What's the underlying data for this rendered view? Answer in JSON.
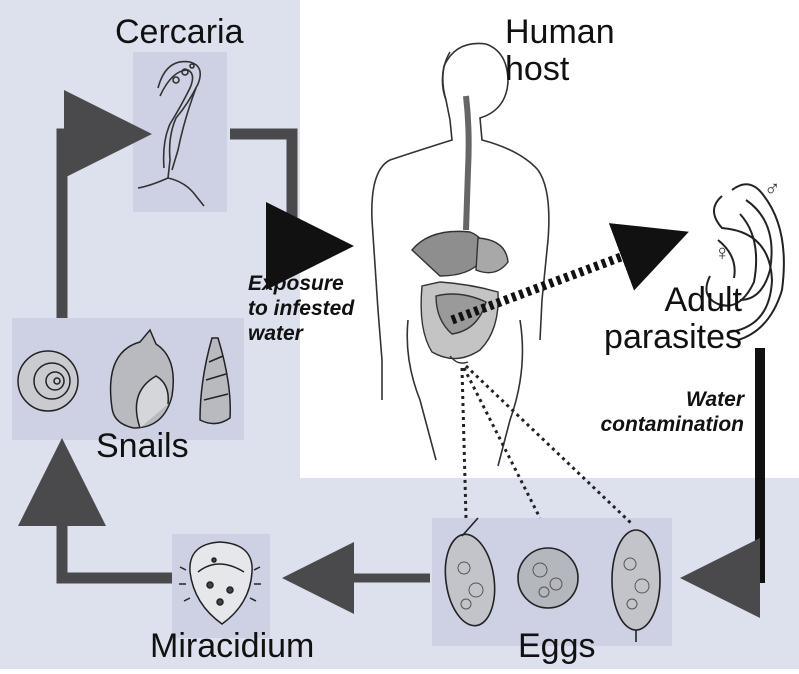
{
  "labels": {
    "cercaria": "Cercaria",
    "human_host": "Human\nhost",
    "exposure": "Exposure\nto infested\nwater",
    "adult_parasites": "Adult\nparasites",
    "water_contamination": "Water\ncontamination",
    "snails": "Snails",
    "miracidium": "Miracidium",
    "eggs": "Eggs",
    "male_symbol": "♂",
    "female_symbol": "♀"
  },
  "colors": {
    "panel": "#dde1ee",
    "box": "#cdd1e3",
    "arrow": "#4a4a4c",
    "body_outline": "#333333",
    "organs": "#9c9c9c",
    "dark": "#111111"
  },
  "flow": [
    "Cercaria",
    "Human host",
    "Adult parasites",
    "Eggs",
    "Miracidium",
    "Snails",
    "Cercaria"
  ]
}
